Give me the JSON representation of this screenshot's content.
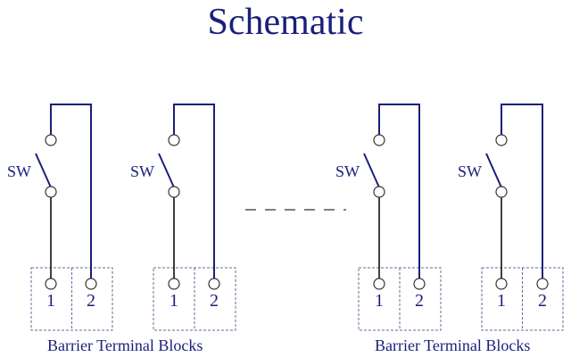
{
  "title": "Schematic",
  "switch_label": "SW",
  "terminal_labels": [
    "1",
    "2"
  ],
  "group_labels": [
    "Barrier Terminal Blocks",
    "Barrier Terminal Blocks"
  ],
  "colors": {
    "wire": "#1a1f7a",
    "switch_arm": "#1a1f7a",
    "common_wire": "#111111",
    "dashed_box": "#6a6a99",
    "text": "#1a1f7a"
  }
}
